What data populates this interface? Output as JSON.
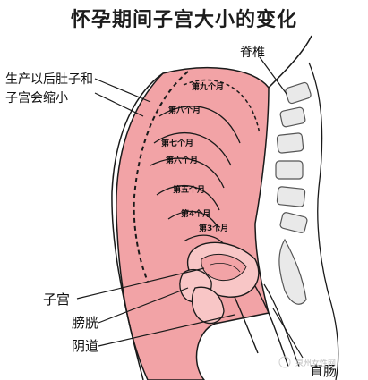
{
  "title": "怀孕期间子宫大小的变化",
  "labels": {
    "spine": "脊椎",
    "postpartum_line1": "生产以后肚子和",
    "postpartum_line2": "子宫会缩小",
    "uterus": "子宫",
    "bladder": "膀胱",
    "vagina": "阴道",
    "rectum": "直肠"
  },
  "months": [
    "第九个月",
    "第八个月",
    "第七个月",
    "第六个月",
    "第五个月",
    "第4个月",
    "第3个月"
  ],
  "watermark": "泉州女性网",
  "colors": {
    "flesh": "#f2a3a6",
    "flesh_light": "#f8c6c6",
    "outline": "#1a1a1a",
    "bone": "#e9e9e9"
  }
}
